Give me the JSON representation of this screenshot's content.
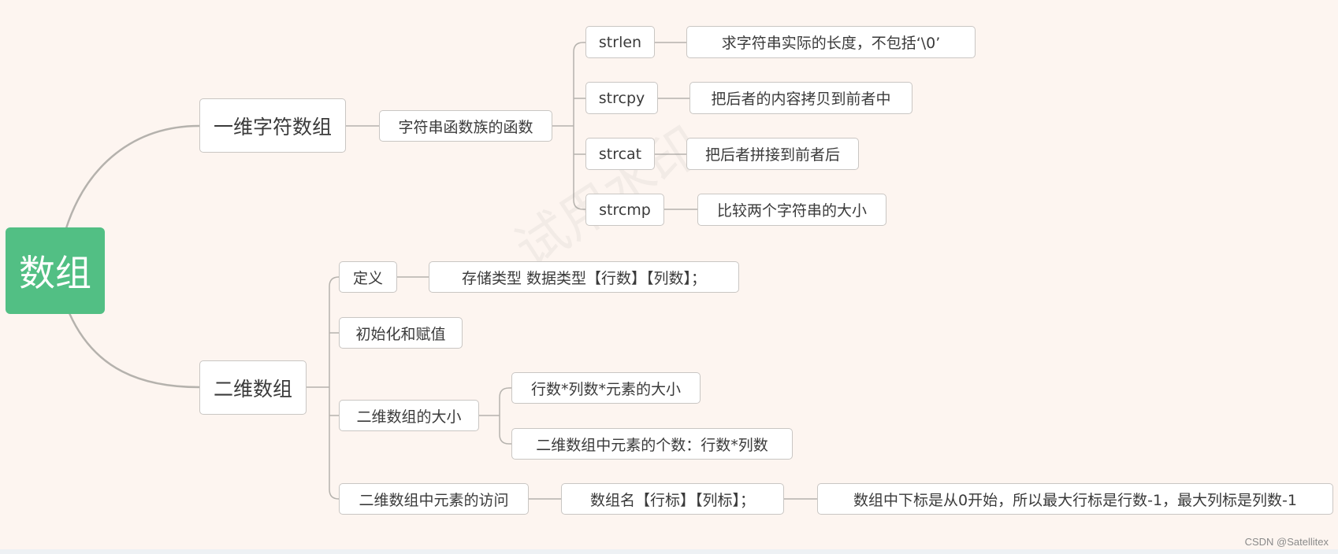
{
  "colors": {
    "background": "#fdf5f0",
    "root_fill": "#52bf84",
    "node_border": "#c9c6c3",
    "connector": "#b5b2ad"
  },
  "root": {
    "label": "数组"
  },
  "branches": {
    "one_d": {
      "label": "一维字符数组",
      "string_funcs": {
        "label": "字符串函数族的函数",
        "items": [
          {
            "func": "strlen",
            "desc": "求字符串实际的长度，不包括‘\\0’"
          },
          {
            "func": "strcpy",
            "desc": "把后者的内容拷贝到前者中"
          },
          {
            "func": "strcat",
            "desc": "把后者拼接到前者后"
          },
          {
            "func": "strcmp",
            "desc": "比较两个字符串的大小"
          }
        ]
      }
    },
    "two_d": {
      "label": "二维数组",
      "definition": {
        "label": "定义",
        "detail": "存储类型 数据类型【行数】【列数】；"
      },
      "init": {
        "label": "初始化和赋值"
      },
      "size": {
        "label": "二维数组的大小",
        "items": [
          "行数*列数*元素的大小",
          "二维数组中元素的个数：行数*列数"
        ]
      },
      "access": {
        "label": "二维数组中元素的访问",
        "syntax": "数组名【行标】【列标】；",
        "note": "数组中下标是从0开始，所以最大行标是行数-1，最大列标是列数-1"
      }
    }
  },
  "watermark": "试用水印",
  "credit": "CSDN @Satellitex"
}
